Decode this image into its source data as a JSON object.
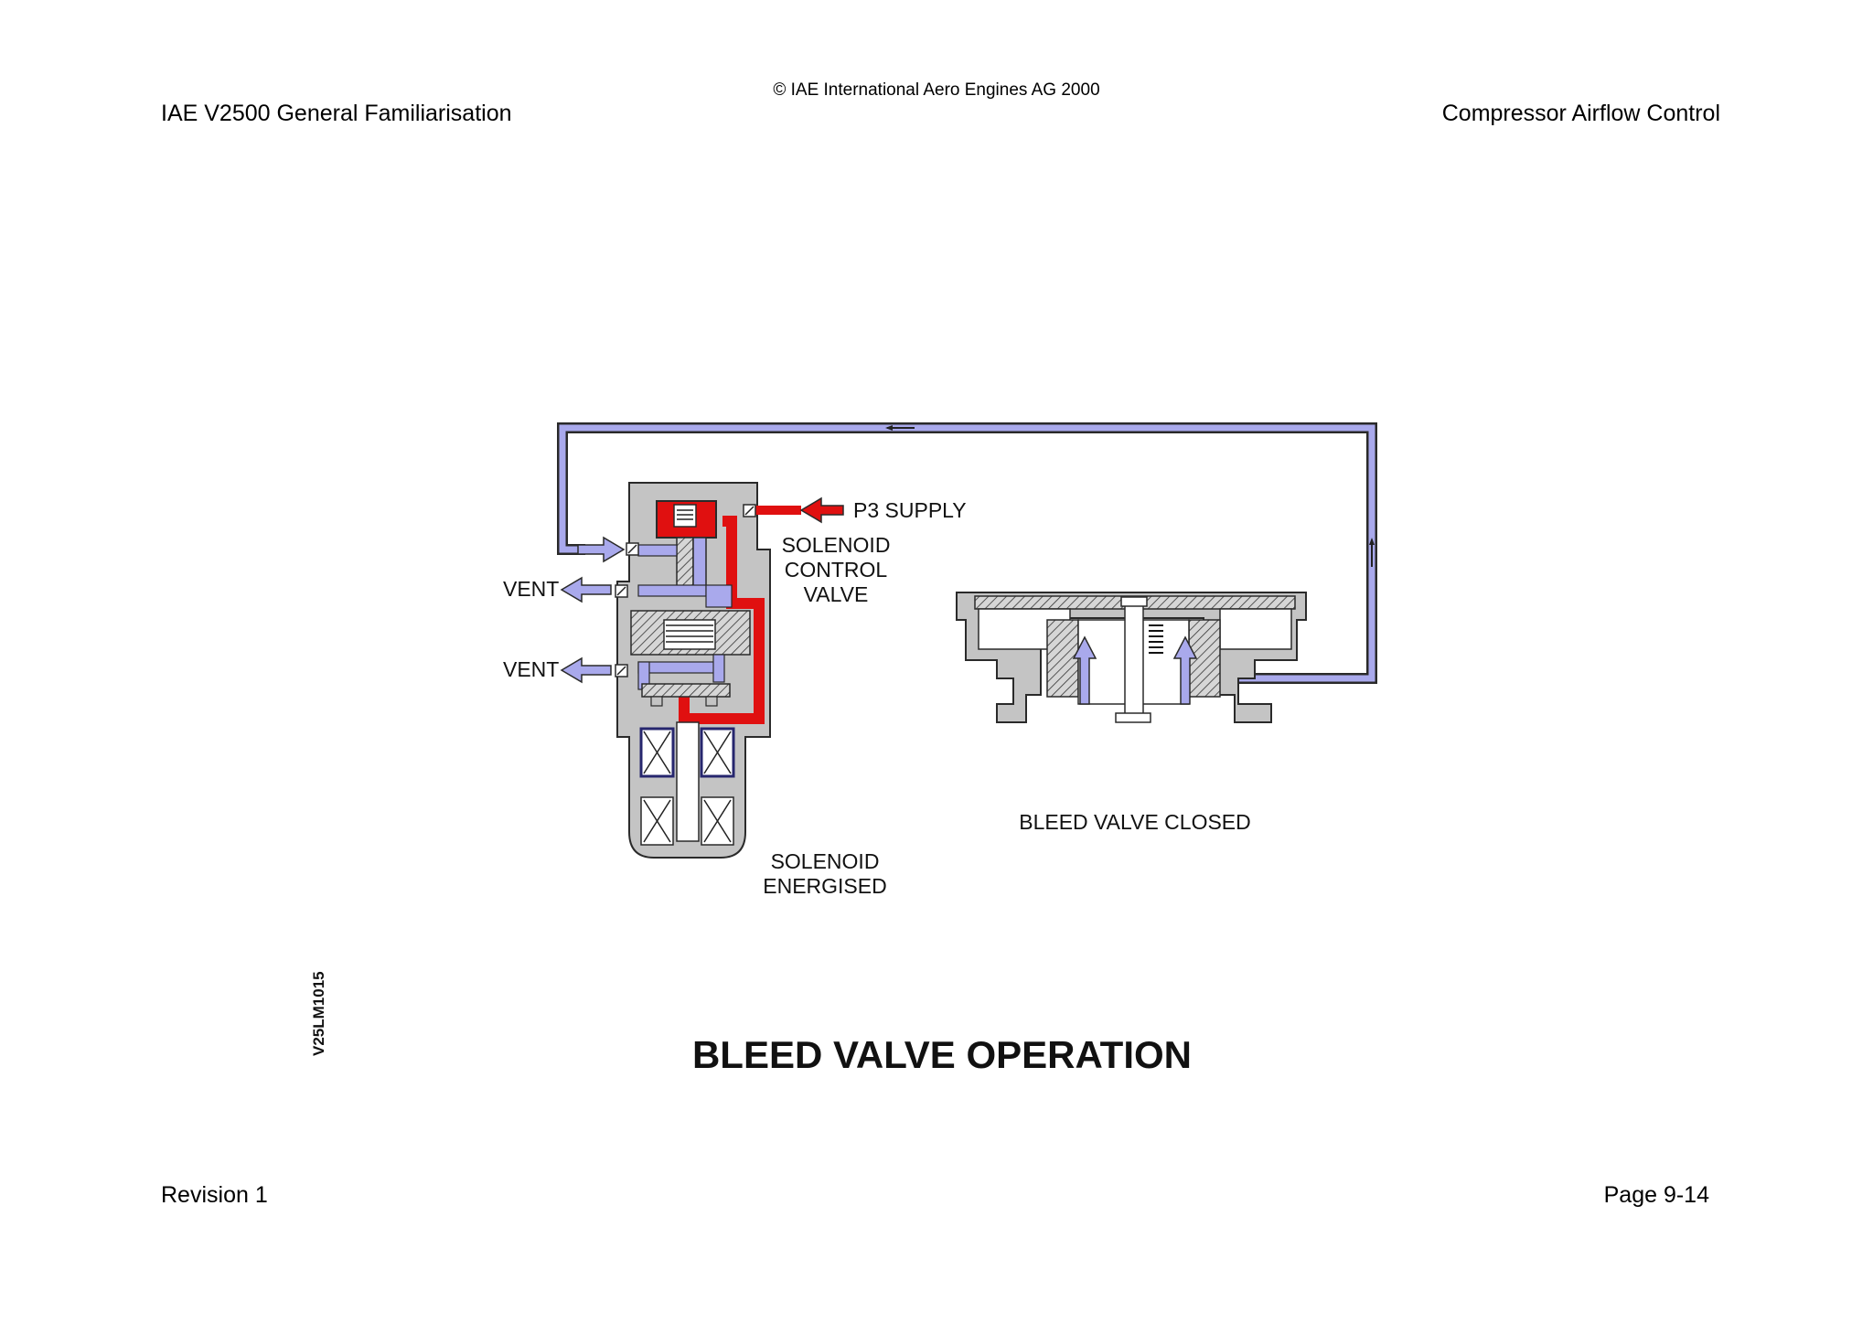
{
  "header": {
    "copyright": "© IAE International Aero Engines AG 2000",
    "doc_title": "IAE V2500 General Familiarisation",
    "section_title": "Compressor Airflow Control"
  },
  "footer": {
    "revision": "Revision 1",
    "page_number": "Page 9-14"
  },
  "diagram": {
    "title": "BLEED VALVE OPERATION",
    "figure_code": "V25LM1015",
    "labels": {
      "p3_supply": "P3 SUPPLY",
      "solenoid_control_valve": [
        "SOLENOID",
        "CONTROL",
        "VALVE"
      ],
      "vent_upper": "VENT",
      "vent_lower": "VENT",
      "solenoid_energised": [
        "SOLENOID",
        "ENERGISED"
      ],
      "bleed_valve_closed": "BLEED VALVE CLOSED"
    },
    "colors": {
      "p3_pressure": "#e01010",
      "vent_air": "#a9a9ec",
      "body": "#c4c4c4",
      "outline": "#2a2a2a"
    }
  }
}
